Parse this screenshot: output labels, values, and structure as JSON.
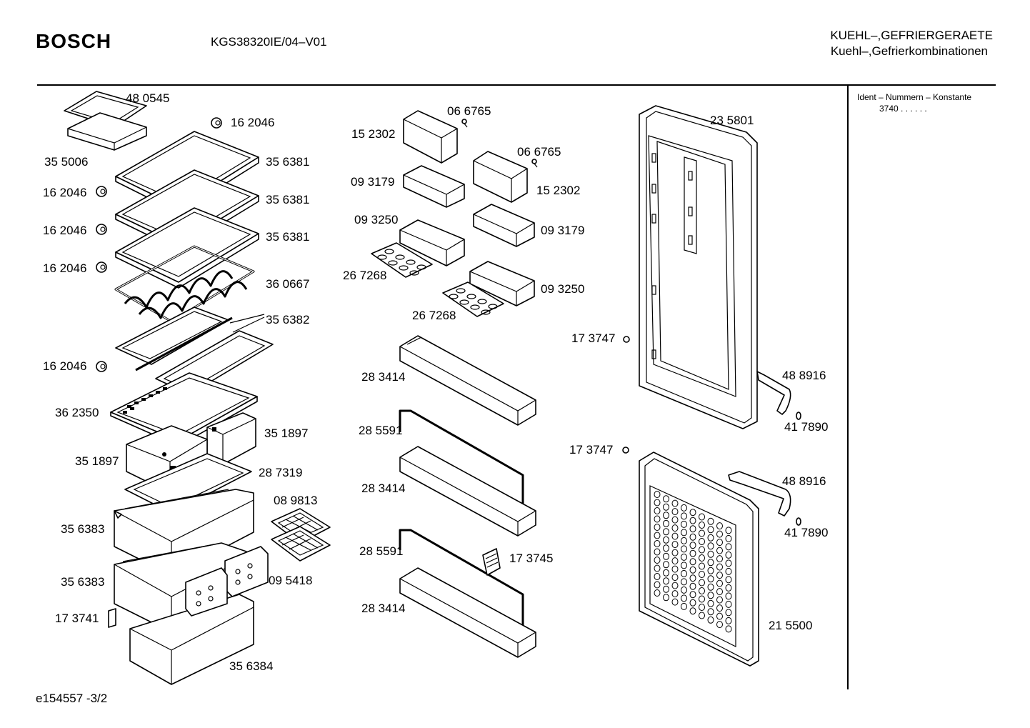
{
  "header": {
    "brand": "BOSCH",
    "model": "KGS38320IE/04–V01",
    "category_line1": "KUEHL–,GEFRIERGERAETE",
    "category_line2": "Kuehl–,Gefrierkombinationen"
  },
  "sidebar": {
    "ident_title": "Ident – Nummern – Konstante",
    "ident_value": "3740 . . . . . ."
  },
  "footer": {
    "code": "e154557  -3/2"
  },
  "labels": {
    "p480545": "48 0545",
    "p162046_top": "16 2046",
    "p355006": "35 5006",
    "p356381_a": "35 6381",
    "p162046_a": "16 2046",
    "p356381_b": "35 6381",
    "p162046_b": "16 2046",
    "p356381_c": "35 6381",
    "p162046_c": "16 2046",
    "p360667": "36 0667",
    "p356382": "35 6382",
    "p162046_d": "16 2046",
    "p362350": "36 2350",
    "p351897_r": "35 1897",
    "p351897_l": "35 1897",
    "p287319": "28 7319",
    "p089813": "08 9813",
    "p356383_a": "35 6383",
    "p356383_b": "35 6383",
    "p095418": "09 5418",
    "p173741": "17 3741",
    "p356384": "35 6384",
    "p066765_a": "06 6765",
    "p152302_a": "15 2302",
    "p066765_b": "06 6765",
    "p093179_a": "09 3179",
    "p152302_b": "15 2302",
    "p093250_a": "09 3250",
    "p093179_b": "09 3179",
    "p267268_a": "26 7268",
    "p093250_b": "09 3250",
    "p267268_b": "26 7268",
    "p283414_a": "28 3414",
    "p285591_a": "28 5591",
    "p283414_b": "28 3414",
    "p285591_b": "28 5591",
    "p173745": "17 3745",
    "p283414_c": "28 3414",
    "p235801": "23 5801",
    "p173747_a": "17 3747",
    "p488916_a": "48 8916",
    "p417890_a": "41 7890",
    "p173747_b": "17 3747",
    "p488916_b": "48 8916",
    "p417890_b": "41 7890",
    "p215500": "21 5500"
  }
}
